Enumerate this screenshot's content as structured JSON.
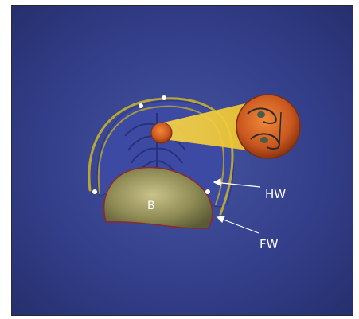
{
  "labels": {
    "b": "B",
    "hw": "HW",
    "fw": "FW"
  },
  "colors": {
    "background": "#2f3b86",
    "outer_wall": "#b9a53a",
    "inner_body": "#3c4aa0",
    "beam": "#f2d13a",
    "circle": "#c7561c",
    "blob": "#8d8a52",
    "label": "#ffffff"
  }
}
